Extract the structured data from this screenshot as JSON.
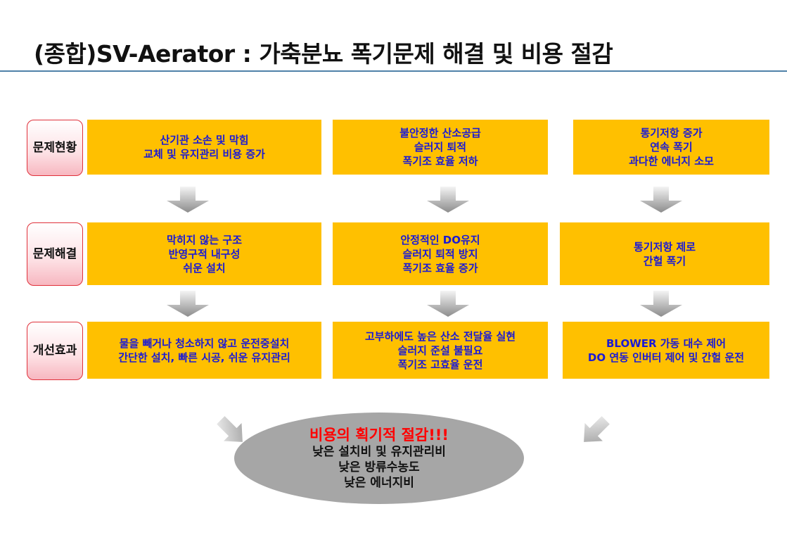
{
  "title": "(종합)SV-Aerator : 가축분뇨 폭기문제 해결 및 비용 절감",
  "rows": [
    {
      "label": [
        "문제",
        "현황"
      ],
      "boxes": [
        [
          "산기관 소손 및 막힘",
          "교체 및 유지관리 비용 증가"
        ],
        [
          "불안정한 산소공급",
          "슬러지 퇴적",
          "폭기조 효율 저하"
        ],
        [
          "통기저항 증가",
          "연속 폭기",
          "과다한 에너지 소모"
        ]
      ]
    },
    {
      "label": [
        "문제",
        "해결"
      ],
      "boxes": [
        [
          "막히지 않는 구조",
          "반영구적 내구성",
          "쉬운 설치"
        ],
        [
          "안정적인 DO유지",
          "슬러지 퇴적 방지",
          "폭기조 효율 증가"
        ],
        [
          "통기저항 제로",
          "간헐 폭기"
        ]
      ]
    },
    {
      "label": [
        "개선",
        "효과"
      ],
      "boxes": [
        [
          "물을 빼거나 청소하지  않고 운전중설치",
          "간단한 설치, 빠른 시공, 쉬운 유지관리"
        ],
        [
          "고부하에도 높은 산소 전달율 실현",
          "슬러지 준설 불필요",
          "폭기조 고효율 운전"
        ],
        [
          "BLOWER 가동 대수 제어",
          "DO 연동 인버터 제어 및 간헐 운전"
        ]
      ]
    }
  ],
  "result": {
    "headline": "비용의 획기적 절감!!!",
    "lines": [
      "낮은 설치비 및 유지관리비",
      "낮은 방류수농도",
      "낮은 에너지비"
    ]
  },
  "colors": {
    "box": "#ffc000",
    "text": "#1a1ad6",
    "headline": "#ff0000"
  }
}
